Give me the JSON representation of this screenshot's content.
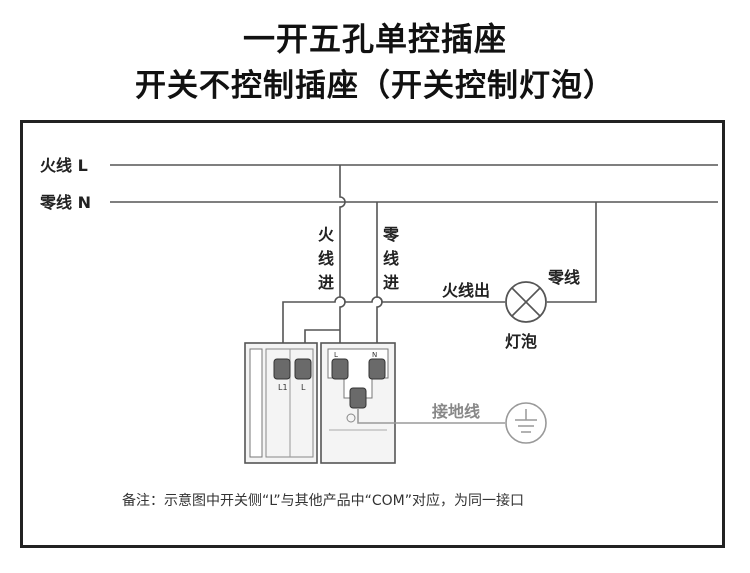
{
  "title": {
    "line1": "一开五孔单控插座",
    "line2": "开关不控制插座（开关控制灯泡）"
  },
  "lines": {
    "live_label": "火线 L",
    "neutral_label": "零线 N"
  },
  "wire_labels": {
    "live_in": [
      "火",
      "线",
      "进"
    ],
    "neutral_in": [
      "零",
      "线",
      "进"
    ],
    "live_out": "火线出",
    "neutral_to_lamp": "零线",
    "lamp": "灯泡",
    "ground": "接地线"
  },
  "terminals": {
    "switch_left": "L1",
    "switch_right": "L",
    "socket_live": "L",
    "socket_neutral": "N"
  },
  "note": "备注：示意图中开关侧“L”与其他产品中“COM”对应，为同一接口",
  "colors": {
    "line": "#555555",
    "ground_line": "#9a9a9a",
    "box_fill": "#f4f4f4",
    "terminal_fill": "#6a6a6a"
  }
}
